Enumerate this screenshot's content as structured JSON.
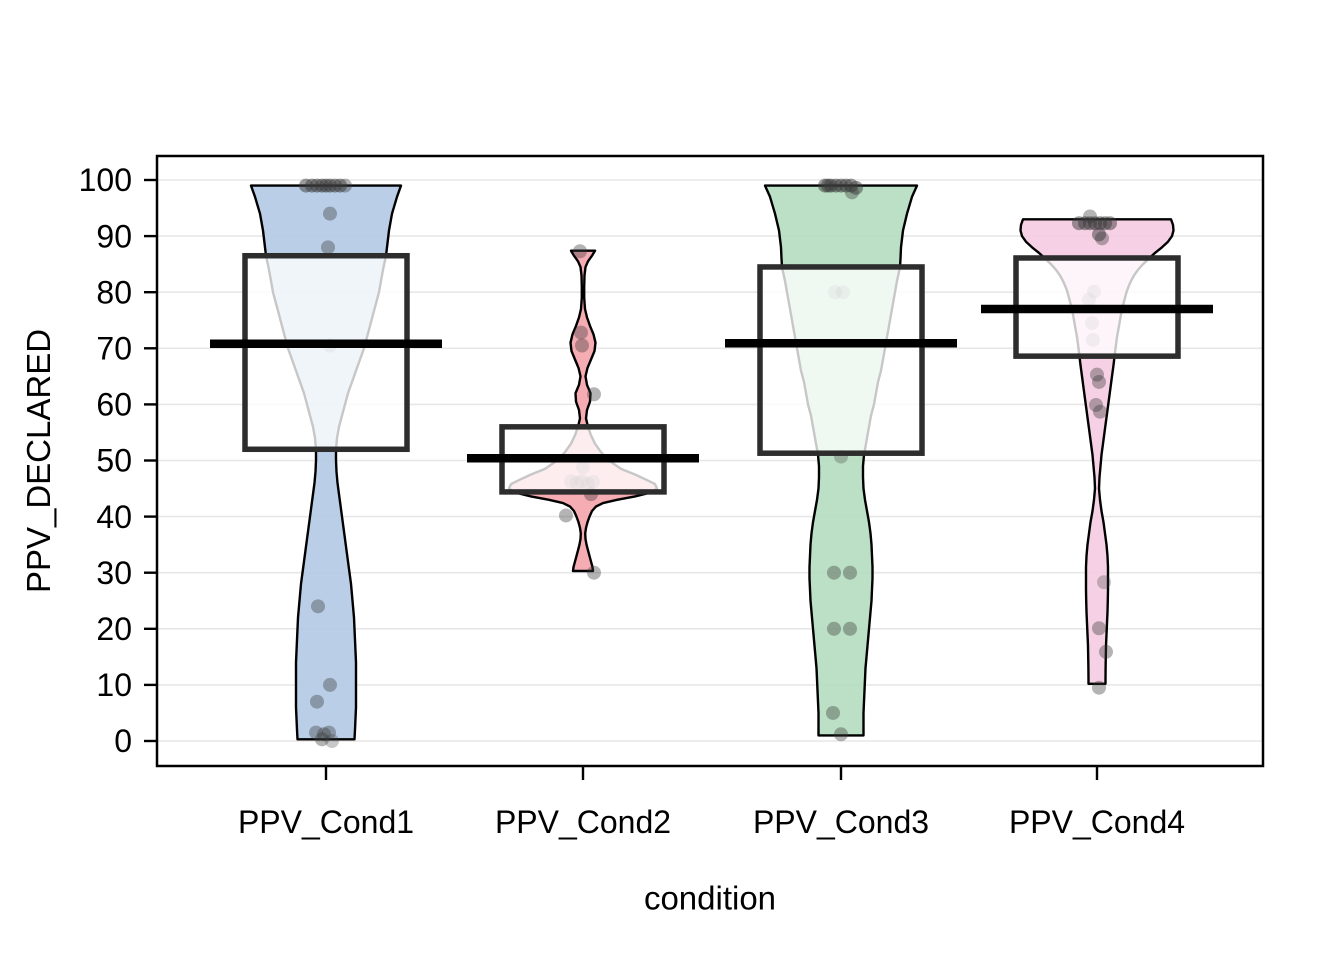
{
  "chart_data": {
    "type": "violin",
    "title": "",
    "xlabel": "condition",
    "ylabel": "PPV_DECLARED",
    "ylim": [
      0,
      100
    ],
    "yticks": [
      0,
      10,
      20,
      30,
      40,
      50,
      60,
      70,
      80,
      90,
      100
    ],
    "grid": true,
    "legend": "none",
    "categories": [
      "PPV_Cond1",
      "PPV_Cond2",
      "PPV_Cond3",
      "PPV_Cond4"
    ],
    "groups": [
      {
        "label": "PPV_Cond1",
        "color": "#b3cae4",
        "median": 70.8,
        "inference_box": {
          "lower": 52.0,
          "upper": 86.5
        },
        "density_profile": [
          [
            99,
            75
          ],
          [
            97,
            71
          ],
          [
            94,
            66
          ],
          [
            91,
            63
          ],
          [
            88,
            61
          ],
          [
            86.5,
            60
          ],
          [
            84,
            57
          ],
          [
            82,
            55
          ],
          [
            80,
            53
          ],
          [
            78,
            50
          ],
          [
            76,
            47
          ],
          [
            74,
            44
          ],
          [
            72,
            41
          ],
          [
            70,
            38
          ],
          [
            68,
            34
          ],
          [
            66,
            30
          ],
          [
            64,
            26
          ],
          [
            62,
            22
          ],
          [
            60,
            19
          ],
          [
            58,
            16
          ],
          [
            56,
            13
          ],
          [
            54,
            11
          ],
          [
            52,
            10
          ],
          [
            50,
            10
          ],
          [
            48,
            10.5
          ],
          [
            46,
            11.5
          ],
          [
            44,
            13
          ],
          [
            42,
            14.5
          ],
          [
            40,
            16
          ],
          [
            38,
            17.5
          ],
          [
            36,
            19
          ],
          [
            34,
            20.5
          ],
          [
            32,
            22
          ],
          [
            30,
            23.5
          ],
          [
            28,
            25
          ],
          [
            26,
            26
          ],
          [
            24,
            27
          ],
          [
            22,
            28
          ],
          [
            20,
            28.5
          ],
          [
            18,
            29
          ],
          [
            16,
            29.5
          ],
          [
            14,
            30
          ],
          [
            12,
            30
          ],
          [
            10,
            30
          ],
          [
            8,
            30
          ],
          [
            6,
            30
          ],
          [
            4,
            29.5
          ],
          [
            2,
            29
          ],
          [
            0.3,
            28.5
          ]
        ],
        "points": [
          [
            99,
            -20,
            1
          ],
          [
            99,
            -14,
            1
          ],
          [
            99,
            -9,
            1
          ],
          [
            99,
            -4,
            1
          ],
          [
            99,
            0,
            1
          ],
          [
            99,
            4,
            1
          ],
          [
            99,
            9,
            1
          ],
          [
            99,
            14,
            1
          ],
          [
            99,
            19,
            0
          ],
          [
            94,
            4,
            0
          ],
          [
            88,
            2,
            0
          ],
          [
            70.5,
            4,
            2
          ],
          [
            24,
            -8,
            0
          ],
          [
            10,
            4,
            0
          ],
          [
            7,
            -9,
            0
          ],
          [
            1.5,
            -10,
            0
          ],
          [
            1.2,
            -2,
            0
          ],
          [
            1.5,
            3,
            0
          ],
          [
            0.3,
            -4,
            0
          ],
          [
            0,
            6,
            2
          ]
        ]
      },
      {
        "label": "PPV_Cond2",
        "color": "#f5a3ab",
        "median": 50.4,
        "inference_box": {
          "lower": 44.4,
          "upper": 56.0
        },
        "density_profile": [
          [
            87.4,
            12
          ],
          [
            86.5,
            9
          ],
          [
            85.5,
            5
          ],
          [
            84.5,
            2.5
          ],
          [
            83,
            1.5
          ],
          [
            81,
            1.2
          ],
          [
            79,
            1.2
          ],
          [
            77,
            2
          ],
          [
            75.5,
            4
          ],
          [
            74,
            7
          ],
          [
            72.5,
            10.5
          ],
          [
            71,
            12.5
          ],
          [
            69.5,
            11.5
          ],
          [
            68,
            8
          ],
          [
            66.5,
            4.5
          ],
          [
            65,
            2.5
          ],
          [
            63.5,
            4
          ],
          [
            62,
            7.5
          ],
          [
            60.5,
            7
          ],
          [
            59,
            4
          ],
          [
            57.5,
            3
          ],
          [
            56,
            5
          ],
          [
            54.5,
            8
          ],
          [
            53,
            12
          ],
          [
            51.5,
            18
          ],
          [
            50,
            26
          ],
          [
            48.5,
            38
          ],
          [
            47.5,
            52
          ],
          [
            46.5,
            64
          ],
          [
            45.8,
            72
          ],
          [
            45,
            74
          ],
          [
            44.3,
            68
          ],
          [
            43.6,
            52
          ],
          [
            43,
            34
          ],
          [
            42.4,
            20
          ],
          [
            41.8,
            13
          ],
          [
            41,
            9
          ],
          [
            40,
            6.5
          ],
          [
            39,
            4.5
          ],
          [
            38,
            3
          ],
          [
            37,
            2.2
          ],
          [
            36,
            2.5
          ],
          [
            35,
            3.5
          ],
          [
            34,
            5
          ],
          [
            33,
            6.5
          ],
          [
            32,
            8
          ],
          [
            31,
            9.5
          ],
          [
            30.3,
            10
          ]
        ],
        "points": [
          [
            87.3,
            -3,
            0
          ],
          [
            72.8,
            -2,
            0
          ],
          [
            70.5,
            -1,
            0
          ],
          [
            61.8,
            11,
            0
          ],
          [
            48.8,
            0,
            2
          ],
          [
            46.3,
            -12,
            2
          ],
          [
            46.0,
            -6,
            2
          ],
          [
            46.3,
            -1,
            2
          ],
          [
            45.8,
            5,
            2
          ],
          [
            46.2,
            10,
            2
          ],
          [
            44.0,
            8,
            0
          ],
          [
            40.2,
            -17,
            0
          ],
          [
            30.0,
            11,
            0
          ]
        ]
      },
      {
        "label": "PPV_Cond3",
        "color": "#b4ddbf",
        "median": 70.9,
        "inference_box": {
          "lower": 51.3,
          "upper": 84.5
        },
        "density_profile": [
          [
            99,
            76
          ],
          [
            97,
            71
          ],
          [
            94,
            66
          ],
          [
            91,
            62
          ],
          [
            88,
            60
          ],
          [
            86,
            59.5
          ],
          [
            84.5,
            59
          ],
          [
            82,
            56
          ],
          [
            80,
            54
          ],
          [
            78,
            52
          ],
          [
            76,
            50
          ],
          [
            74,
            48
          ],
          [
            72,
            46
          ],
          [
            70,
            44
          ],
          [
            68,
            42
          ],
          [
            66,
            40
          ],
          [
            64,
            37
          ],
          [
            62,
            35
          ],
          [
            60,
            33
          ],
          [
            58,
            30
          ],
          [
            56,
            28
          ],
          [
            54,
            26
          ],
          [
            52,
            24
          ],
          [
            51,
            23
          ],
          [
            49,
            22
          ],
          [
            47,
            22
          ],
          [
            45,
            22.5
          ],
          [
            43,
            24
          ],
          [
            41,
            26
          ],
          [
            39,
            28
          ],
          [
            37,
            29.5
          ],
          [
            35,
            30.5
          ],
          [
            33,
            31
          ],
          [
            31,
            31.5
          ],
          [
            29,
            31.5
          ],
          [
            27,
            31
          ],
          [
            25,
            30.5
          ],
          [
            23,
            29.5
          ],
          [
            21,
            28.5
          ],
          [
            19,
            27.5
          ],
          [
            17,
            26.5
          ],
          [
            15,
            25.5
          ],
          [
            13,
            24.5
          ],
          [
            11,
            24
          ],
          [
            9,
            23.5
          ],
          [
            7,
            23
          ],
          [
            5,
            22.5
          ],
          [
            3,
            22.5
          ],
          [
            1,
            22.5
          ]
        ],
        "points": [
          [
            99,
            -16,
            1
          ],
          [
            99,
            -10,
            1
          ],
          [
            99,
            -5,
            1
          ],
          [
            99,
            0,
            1
          ],
          [
            99,
            5,
            1
          ],
          [
            99,
            10,
            1
          ],
          [
            98.6,
            15,
            1
          ],
          [
            99,
            -13,
            1
          ],
          [
            97.8,
            11,
            0
          ],
          [
            80,
            -6,
            2
          ],
          [
            80,
            2,
            2
          ],
          [
            50.7,
            0,
            2
          ],
          [
            30,
            -7,
            0
          ],
          [
            30,
            9,
            0
          ],
          [
            20,
            -7,
            0
          ],
          [
            20,
            9,
            0
          ],
          [
            5,
            -8,
            0
          ],
          [
            1.2,
            0,
            0
          ]
        ]
      },
      {
        "label": "PPV_Cond4",
        "color": "#f5cbe1",
        "median": 77.0,
        "inference_box": {
          "lower": 68.6,
          "upper": 86.1
        },
        "density_profile": [
          [
            93,
            74
          ],
          [
            92,
            76
          ],
          [
            91,
            76.5
          ],
          [
            90,
            75
          ],
          [
            89,
            71
          ],
          [
            88,
            65
          ],
          [
            87,
            58
          ],
          [
            86,
            52
          ],
          [
            85,
            46
          ],
          [
            84,
            41
          ],
          [
            83,
            37
          ],
          [
            82,
            34
          ],
          [
            81,
            31.5
          ],
          [
            80,
            29.5
          ],
          [
            78,
            26.5
          ],
          [
            76,
            24
          ],
          [
            74,
            22
          ],
          [
            72,
            20
          ],
          [
            70,
            18.5
          ],
          [
            68.5,
            17.5
          ],
          [
            67,
            16.5
          ],
          [
            65,
            15
          ],
          [
            63,
            13.5
          ],
          [
            61,
            12
          ],
          [
            59,
            10.5
          ],
          [
            57,
            9
          ],
          [
            55,
            7.5
          ],
          [
            53,
            6
          ],
          [
            51,
            4.5
          ],
          [
            49,
            3.5
          ],
          [
            47,
            2.5
          ],
          [
            45,
            2
          ],
          [
            43,
            3
          ],
          [
            41,
            4.5
          ],
          [
            39,
            6.5
          ],
          [
            37,
            8
          ],
          [
            35,
            9.5
          ],
          [
            33,
            10.5
          ],
          [
            31,
            11
          ],
          [
            29,
            11
          ],
          [
            27,
            11
          ],
          [
            25,
            10.8
          ],
          [
            23,
            10.5
          ],
          [
            21,
            10
          ],
          [
            19,
            9.5
          ],
          [
            17,
            9
          ],
          [
            15,
            8.8
          ],
          [
            13,
            8.6
          ],
          [
            11,
            8.5
          ],
          [
            10.2,
            8.5
          ]
        ],
        "points": [
          [
            93.5,
            -7,
            0
          ],
          [
            92.3,
            -18,
            1
          ],
          [
            92.3,
            -12,
            1
          ],
          [
            92.3,
            -7,
            1
          ],
          [
            92.3,
            -2,
            1
          ],
          [
            92.3,
            3,
            1
          ],
          [
            92.3,
            8,
            1
          ],
          [
            92.3,
            13,
            1
          ],
          [
            90.3,
            2,
            1
          ],
          [
            89.6,
            5,
            0
          ],
          [
            80.1,
            -3,
            2
          ],
          [
            78.7,
            -8,
            2
          ],
          [
            74.5,
            -5,
            2
          ],
          [
            71.5,
            -4,
            2
          ],
          [
            65.3,
            0,
            0
          ],
          [
            64.0,
            2,
            0
          ],
          [
            59.9,
            -1,
            0
          ],
          [
            58.7,
            3,
            0
          ],
          [
            28.3,
            7,
            2
          ],
          [
            20.1,
            2,
            0
          ],
          [
            15.9,
            9,
            0
          ],
          [
            9.5,
            2,
            0
          ]
        ]
      }
    ],
    "style": {
      "grid_color": "#e7e7e7",
      "border_color": "#000000",
      "box_stroke": "#2d2d2d",
      "median_color": "#000000",
      "band_fill": "#ffffff",
      "point_color": "#3a3a3a",
      "violin_stroke": "#000000"
    }
  }
}
